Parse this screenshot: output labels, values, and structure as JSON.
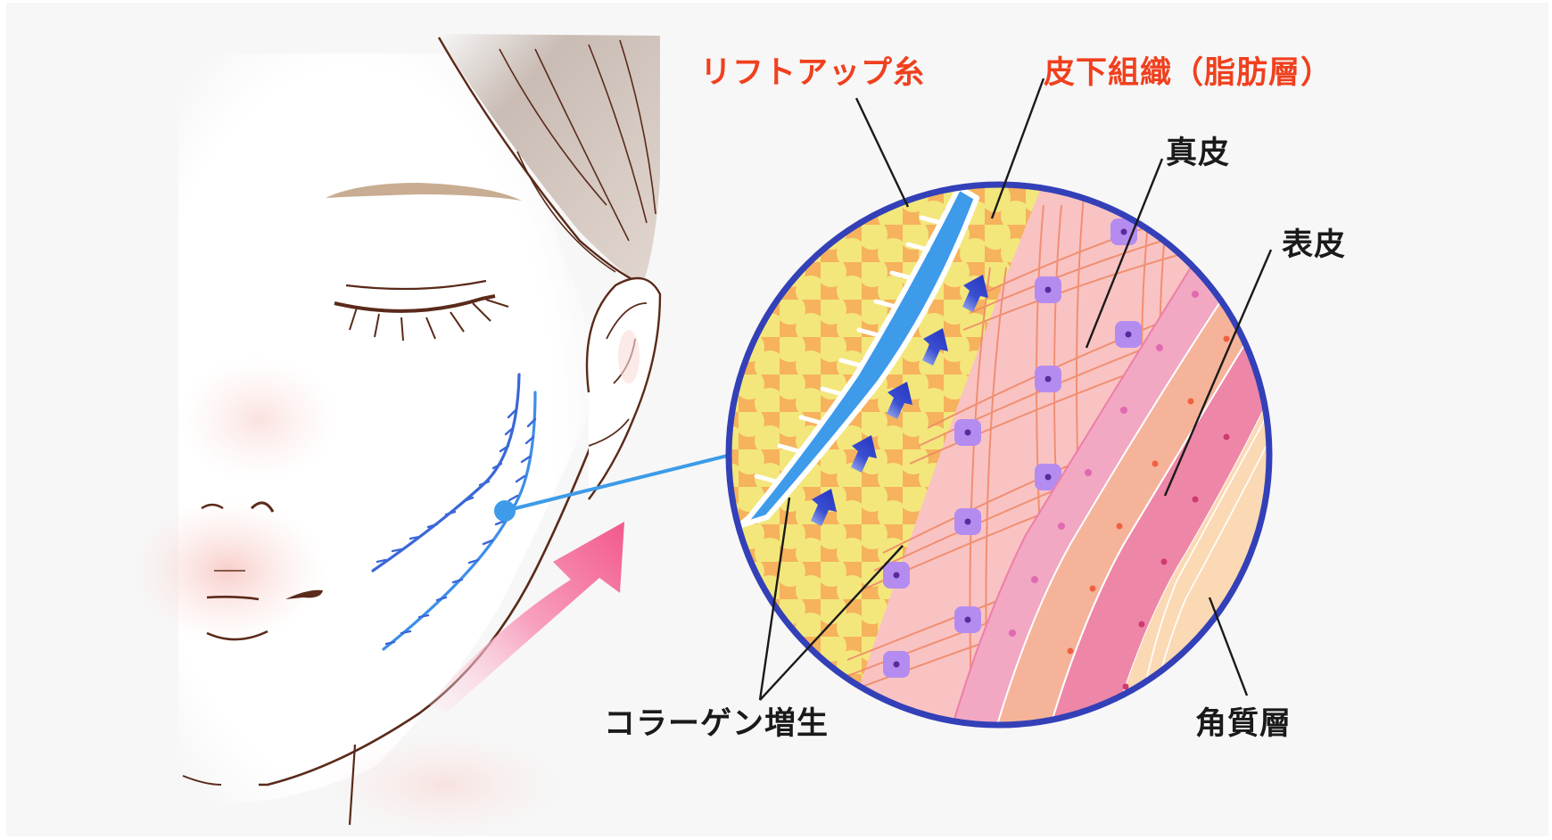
{
  "diagram": {
    "description": "Thread lift illustration: face with lift-up threads and magnified skin cross-section",
    "colors": {
      "background": "#f7f7f7",
      "label_red": "#f0401e",
      "label_black": "#1a1a1a",
      "circle_border": "#3340b8",
      "thread_blue": "#3d8ee8",
      "fat_yellow": "#f3e77c",
      "fat_orange": "#f6b25c",
      "dermis_pink": "#f9c3c3",
      "fibroblast_purple": "#b48cf0",
      "epidermis_pink": "#ee86a8",
      "stratum_corneum": "#fbd9b4",
      "lift_arrow_pink": "#f46c9a"
    },
    "labels": {
      "lift_thread": "リフトアップ糸",
      "subcutaneous": "皮下組織（脂肪層）",
      "dermis": "真皮",
      "epidermis": "表皮",
      "collagen": "コラーゲン増生",
      "stratum_corneum": "角質層"
    }
  }
}
